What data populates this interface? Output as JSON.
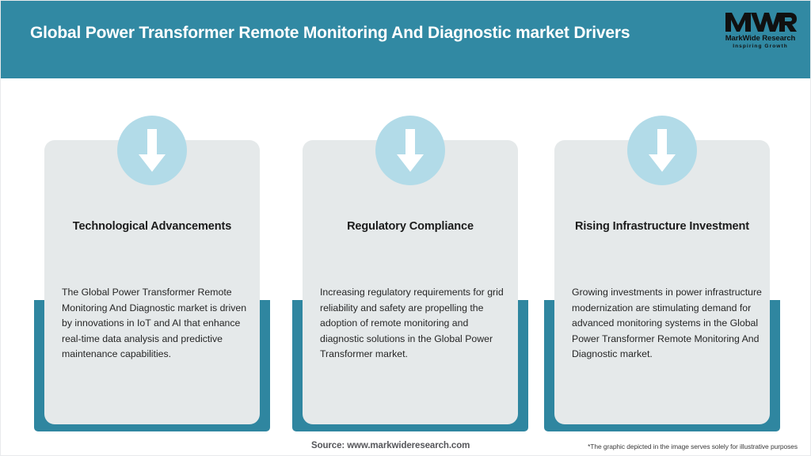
{
  "header": {
    "title": "Global Power Transformer Remote Monitoring And Diagnostic market Drivers",
    "background_color": "#3189a3",
    "title_color": "#ffffff",
    "logo": {
      "mark": "MWR",
      "name": "MarkWide Research",
      "tagline": "Inspiring Growth"
    }
  },
  "theme": {
    "accent_teal": "#2f86a0",
    "circle_blue": "#b2dbe8",
    "panel_gray": "#e5e9ea",
    "arrow_color": "#ffffff"
  },
  "cards": [
    {
      "icon": "down-arrow-icon",
      "heading": "Technological Advancements",
      "body": "The Global Power Transformer Remote Monitoring And Diagnostic market is driven by innovations in IoT and AI that enhance real-time data analysis and predictive maintenance capabilities."
    },
    {
      "icon": "down-arrow-icon",
      "heading": "Regulatory Compliance",
      "body": "Increasing regulatory requirements for grid reliability and safety are propelling the adoption of remote monitoring and diagnostic solutions in the Global Power Transformer market."
    },
    {
      "icon": "down-arrow-icon",
      "heading": "Rising Infrastructure Investment",
      "body": "Growing investments in power infrastructure modernization are stimulating demand for advanced monitoring systems in the Global Power Transformer Remote Monitoring And Diagnostic market."
    }
  ],
  "footer": {
    "source": "Source: www.markwideresearch.com",
    "disclaimer": "*The graphic depicted in the image serves solely for illustrative purposes"
  }
}
